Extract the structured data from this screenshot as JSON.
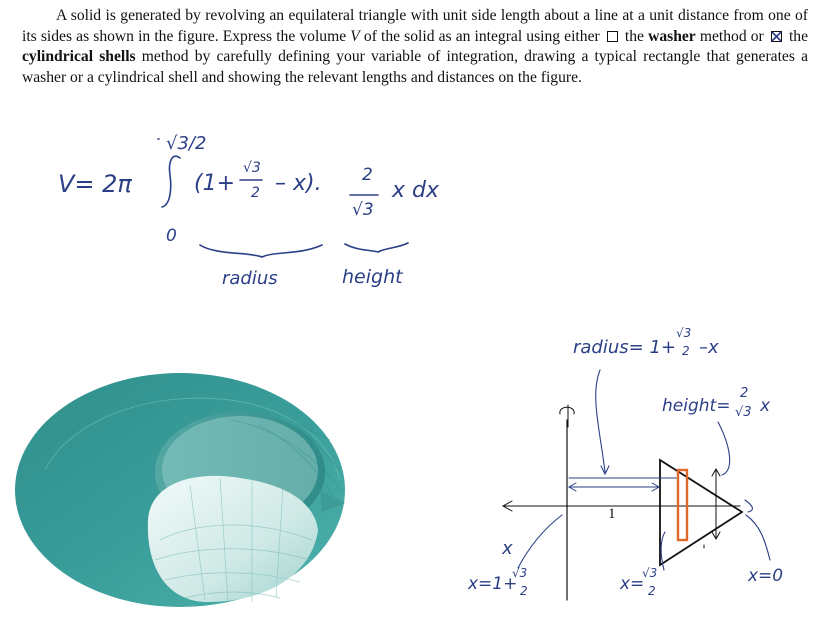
{
  "problem": {
    "text_1": "A solid is generated by revolving an equilateral triangle with unit side length about a line at a unit distance from one of its sides as shown in the figure. Express the volume ",
    "var_v": "V",
    "text_2": " of the solid as an integral using either ",
    "text_3": " the ",
    "washer": "washer",
    "text_4": " method or ",
    "text_5": " the ",
    "shells": "cylindrical shells",
    "text_6": " method by carefully defining your variable of integration, drawing a typical rectangle that generates a washer or a cylindrical shell and showing the relevant lengths and distances on the figure."
  },
  "answer": {
    "lhs": "V= 2π",
    "upper_limit": "√3/2",
    "lower_limit": "0",
    "integrand_open": "(1+",
    "frac_num": "√3",
    "frac_den": "2",
    "integrand_close": "– x).",
    "h_num": "2",
    "h_den": "√3",
    "h_tail": "x dx",
    "label_radius": "radius",
    "label_height": "height"
  },
  "figure": {
    "radius_label": "radius= 1+",
    "radius_tail": "–x",
    "height_label": "height=",
    "height_tail": "x",
    "axis_x_label": "x",
    "one_label": "1",
    "x_axis_label": "x=1+",
    "x_mid_label": "x=",
    "x_zero_label": "x=0",
    "sqrt3": "√3",
    "two": "2"
  },
  "colors": {
    "ink": "#2b3f86",
    "highlight": "#e0682a",
    "torus_dark": "#2e8d8a",
    "torus_light": "#d6eeec"
  }
}
